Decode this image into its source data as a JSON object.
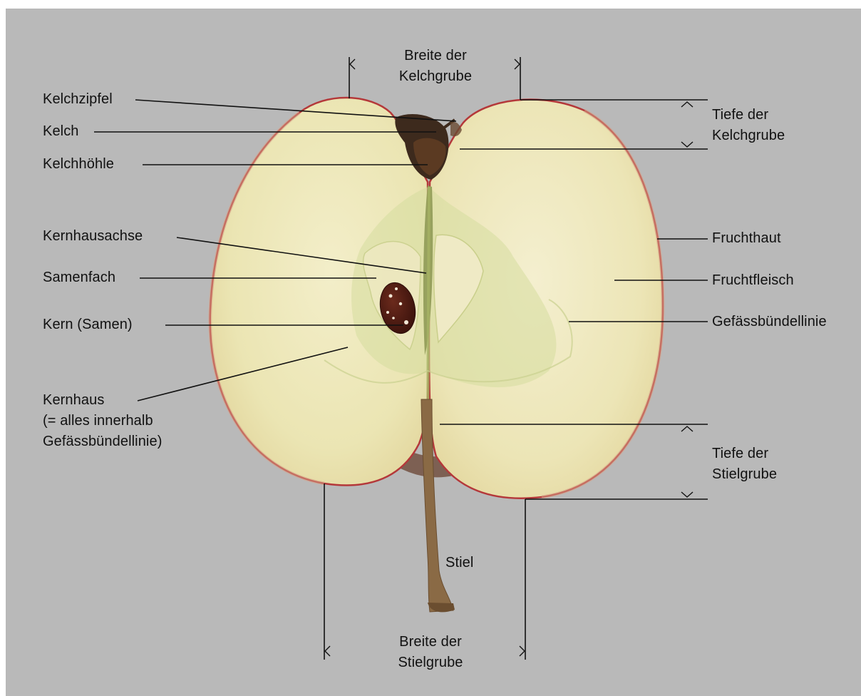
{
  "labels": {
    "breite_kelchgrube_1": "Breite der",
    "breite_kelchgrube_2": "Kelchgrube",
    "tiefe_kelchgrube_1": "Tiefe der",
    "tiefe_kelchgrube_2": "Kelchgrube",
    "kelchzipfel": "Kelchzipfel",
    "kelch": "Kelch",
    "kelchhoehle": "Kelchhöhle",
    "kernhausachse": "Kernhausachse",
    "samenfach": "Samenfach",
    "kern": "Kern (Samen)",
    "kernhaus_1": "Kernhaus",
    "kernhaus_2": "(= alles innerhalb",
    "kernhaus_3": "Gefässbündellinie)",
    "fruchthaut": "Fruchthaut",
    "fruchtfleisch": "Fruchtfleisch",
    "gefaessbuendellinie": "Gefässbündellinie",
    "tiefe_stielgrube_1": "Tiefe der",
    "tiefe_stielgrube_2": "Stielgrube",
    "stiel": "Stiel",
    "breite_stielgrube_1": "Breite der",
    "breite_stielgrube_2": "Stielgrube"
  },
  "colors": {
    "background": "#b9b9b9",
    "flesh": "#ece6b8",
    "skin": "#b4383a",
    "core_green": "#c9d489",
    "seed": "#4a1a12",
    "stem": "#8a6a45",
    "line": "#111111"
  }
}
